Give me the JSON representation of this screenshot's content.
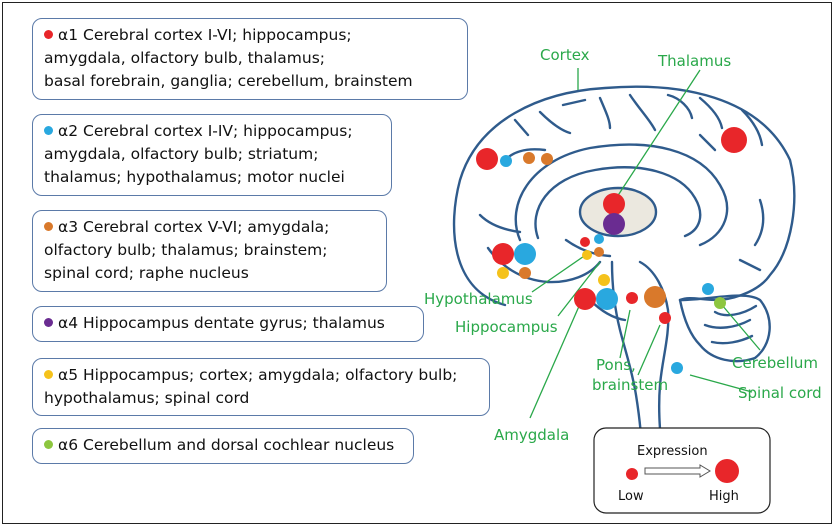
{
  "boxes": [
    {
      "id": "a1",
      "color": "#e8262a",
      "lines": [
        "α1 Cerebral cortex I-VI; hippocampus;",
        "amygdala, olfactory bulb, thalamus;",
        "basal forebrain, ganglia; cerebellum, brainstem"
      ]
    },
    {
      "id": "a2",
      "color": "#29a8df",
      "lines": [
        "α2 Cerebral cortex I-IV; hippocampus;",
        "amygdala, olfactory bulb; striatum;",
        "thalamus; hypothalamus; motor nuclei"
      ]
    },
    {
      "id": "a3",
      "color": "#d9792b",
      "lines": [
        "α3 Cerebral cortex V-VI; amygdala;",
        "olfactory bulb; thalamus; brainstem;",
        "spinal cord; raphe nucleus"
      ]
    },
    {
      "id": "a4",
      "color": "#6a2c91",
      "lines": [
        "α4 Hippocampus dentate gyrus; thalamus"
      ]
    },
    {
      "id": "a5",
      "color": "#f5c21b",
      "lines": [
        "α5 Hippocampus; cortex; amygdala; olfactory bulb;",
        "hypothalamus; spinal cord"
      ]
    },
    {
      "id": "a6",
      "color": "#8dc63f",
      "lines": [
        "α6 Cerebellum and dorsal cochlear nucleus"
      ]
    }
  ],
  "labels": {
    "cortex": "Cortex",
    "thalamus": "Thalamus",
    "hypothalamus": "Hypothalamus",
    "hippocampus": "Hippocampus",
    "pons_1": "Pons,",
    "pons_2": "brainstem",
    "amygdala": "Amygdala",
    "cerebellum": "Cerebellum",
    "spinal_cord": "Spinal cord"
  },
  "legend": {
    "title": "Expression",
    "low": "Low",
    "high": "High"
  },
  "colors": {
    "label_green": "#2aa84a",
    "outline_blue": "#2f5b8c",
    "red": "#e8262a",
    "blue": "#29a8df",
    "orange": "#d9792b",
    "purple": "#6a2c91",
    "yellow": "#f5c21b",
    "green": "#8dc63f"
  }
}
